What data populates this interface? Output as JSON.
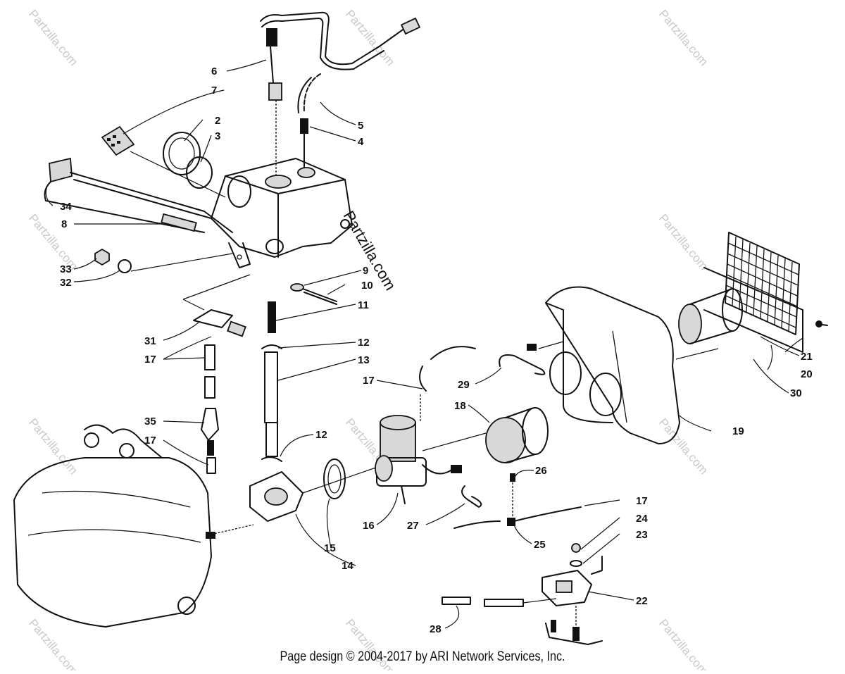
{
  "watermark": "Partzilla.com",
  "footer": "Page design © 2004-2017 by ARI Network Services, Inc.",
  "callouts": [
    {
      "label": "2"
    },
    {
      "label": "3"
    },
    {
      "label": "4"
    },
    {
      "label": "5"
    },
    {
      "label": "6"
    },
    {
      "label": "7"
    },
    {
      "label": "8"
    },
    {
      "label": "9"
    },
    {
      "label": "10"
    },
    {
      "label": "11"
    },
    {
      "label": "12"
    },
    {
      "label": "12"
    },
    {
      "label": "13"
    },
    {
      "label": "14"
    },
    {
      "label": "15"
    },
    {
      "label": "16"
    },
    {
      "label": "17"
    },
    {
      "label": "17"
    },
    {
      "label": "17"
    },
    {
      "label": "17"
    },
    {
      "label": "18"
    },
    {
      "label": "19"
    },
    {
      "label": "20"
    },
    {
      "label": "21"
    },
    {
      "label": "22"
    },
    {
      "label": "23"
    },
    {
      "label": "24"
    },
    {
      "label": "25"
    },
    {
      "label": "26"
    },
    {
      "label": "27"
    },
    {
      "label": "28"
    },
    {
      "label": "29"
    },
    {
      "label": "30"
    },
    {
      "label": "31"
    },
    {
      "label": "32"
    },
    {
      "label": "33"
    },
    {
      "label": "34"
    },
    {
      "label": "35"
    }
  ]
}
